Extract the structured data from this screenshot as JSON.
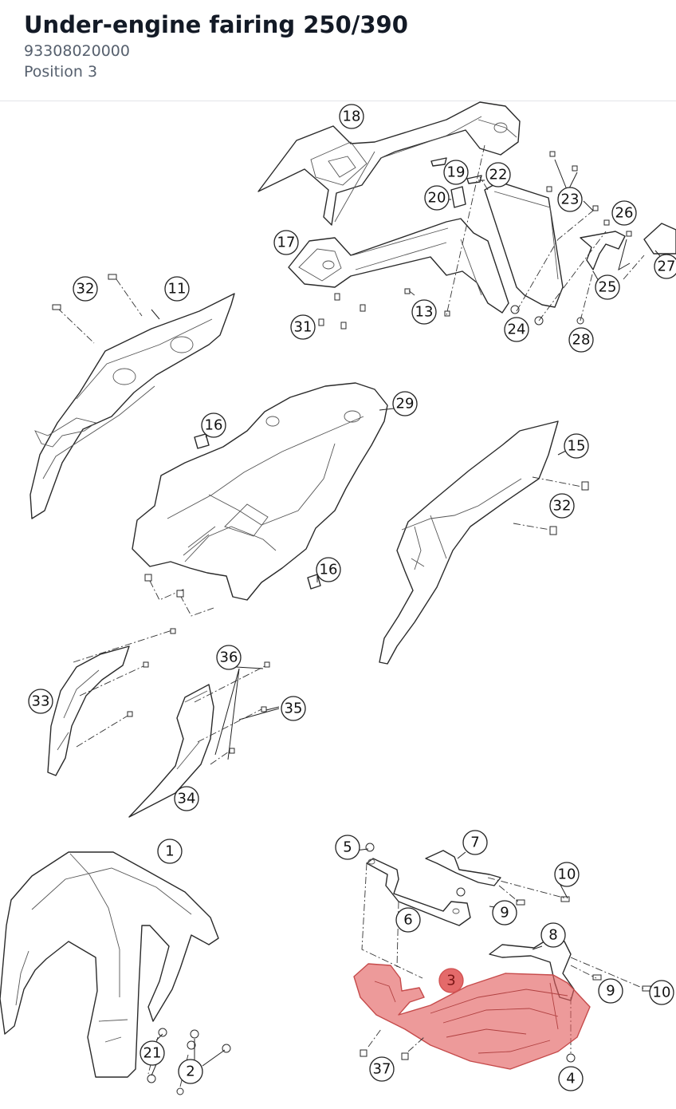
{
  "header": {
    "title": "Under-engine fairing 250/390",
    "part_number": "93308020000",
    "position_label": "Position 3"
  },
  "selected_callout": "3",
  "colors": {
    "highlight": "#e46a6a",
    "line": "#222222"
  },
  "callouts": [
    "18",
    "19",
    "22",
    "20",
    "23",
    "26",
    "17",
    "27",
    "25",
    "13",
    "31",
    "24",
    "28",
    "32",
    "11",
    "29",
    "16",
    "15",
    "32",
    "16",
    "36",
    "33",
    "35",
    "34",
    "1",
    "5",
    "7",
    "10",
    "9",
    "6",
    "8",
    "3",
    "9",
    "10",
    "21",
    "2",
    "37",
    "4"
  ]
}
